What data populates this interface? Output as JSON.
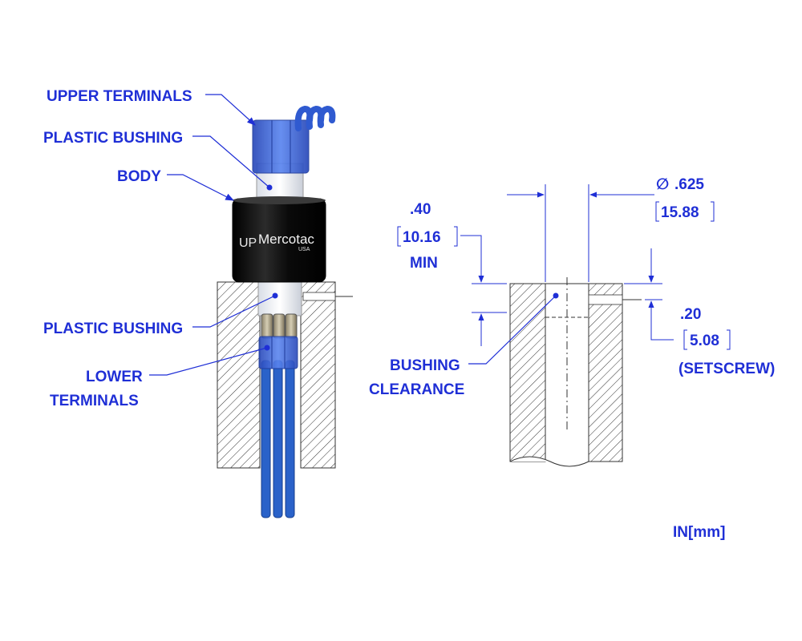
{
  "labels": {
    "upper_terminals": "UPPER TERMINALS",
    "plastic_bushing_top": "PLASTIC BUSHING",
    "body": "BODY",
    "plastic_bushing_bottom": "PLASTIC BUSHING",
    "lower_terminals_1": "LOWER",
    "lower_terminals_2": "TERMINALS",
    "bushing_clearance_1": "BUSHING",
    "bushing_clearance_2": "CLEARANCE"
  },
  "product": {
    "brand": "Mercotac",
    "brand_sub": "USA",
    "up_mark": "UP"
  },
  "dimensions": {
    "diameter_symbol": "∅",
    "diameter_in": ".625",
    "diameter_mm": "15.88",
    "min_depth_in": ".40",
    "min_depth_mm": "10.16",
    "min_note": "MIN",
    "setscrew_in": ".20",
    "setscrew_mm": "5.08",
    "setscrew_note": "(SETSCREW)"
  },
  "units": "IN[mm]",
  "colors": {
    "label_blue": "#1f2fd6",
    "wire_blue": "#2a62c9",
    "terminal_blue": "#3b6fe0",
    "body_black": "#111111"
  }
}
